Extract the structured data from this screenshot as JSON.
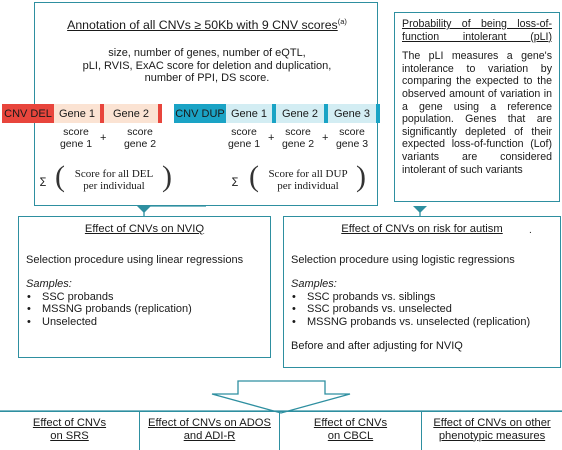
{
  "top_box": {
    "title": "Annotation of all CNVs ≥ 50Kb with 9 CNV scores",
    "title_sup": "(a)",
    "lines": [
      "size, number of genes, number of eQTL,",
      "pLI, RVIS, ExAC score for deletion and duplication,",
      "number of PPI, DS score."
    ]
  },
  "del": {
    "label": "CNV DEL",
    "genes": [
      "Gene 1",
      "Gene 2"
    ],
    "scores": [
      "score\ngene 1",
      "score\ngene 2"
    ],
    "plus": "+",
    "sum_symbol": "∑",
    "aggregate": "Score for all DEL\nper individual",
    "color": "#e8453c"
  },
  "dup": {
    "label": "CNV DUP",
    "genes": [
      "Gene 1",
      "Gene 2",
      "Gene 3"
    ],
    "scores": [
      "score\ngene 1",
      "score\ngene 2",
      "score\ngene 3"
    ],
    "plus": "+",
    "sum_symbol": "∑",
    "aggregate": "Score for all DUP\nper individual",
    "color": "#1aa3c5"
  },
  "pli_box": {
    "title": "Probability of being loss-of-function intolerant (pLI)",
    "text": "The pLI measures a gene's intolerance to variation by comparing the expected to the observed amount of variation in a gene using a reference population. Genes that are significantly depleted of their expected loss-of-function (Lof) variants are considered intolerant of such variants"
  },
  "nviq_box": {
    "title": "Effect of CNVs on NVIQ",
    "procedure": "Selection procedure using linear regressions",
    "samples_label": "Samples:",
    "samples": [
      "SSC probands",
      "MSSNG probands (replication)",
      "Unselected"
    ]
  },
  "autism_box": {
    "title": "Effect of CNVs on risk for autism",
    "procedure": "Selection procedure using logistic regressions",
    "samples_label": "Samples:",
    "samples": [
      "SSC probands vs. siblings",
      "SSC probands vs. unselected",
      "MSSNG probands vs. unselected (replication)"
    ],
    "note": "Before and after adjusting for NVIQ",
    "mark": "."
  },
  "bottom_row": [
    "Effect of CNVs\non SRS",
    "Effect of CNVs on ADOS\nand ADI-R",
    "Effect of CNVs\non CBCL",
    "Effect of CNVs on other\nphenotypic measures"
  ],
  "colors": {
    "frame": "#2e8fa0",
    "del": "#e8453c",
    "dup": "#1aa3c5"
  }
}
